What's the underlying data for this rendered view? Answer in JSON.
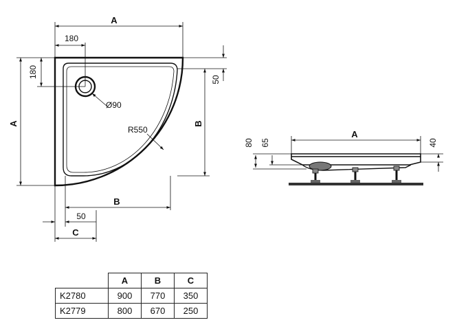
{
  "plan": {
    "dim_a": "A",
    "dim_180_horizontal": "180",
    "dim_180_vertical": "180",
    "dim_50_top": "50",
    "dim_drain": "Ø90",
    "dim_radius": "R550",
    "dim_b_vertical": "B",
    "dim_a_vertical": "A",
    "dim_b_horizontal": "B",
    "dim_50_bottom": "50",
    "dim_c": "C"
  },
  "side": {
    "dim_a": "A",
    "dim_80": "80",
    "dim_65": "65",
    "dim_40": "40"
  },
  "table": {
    "headers": [
      "A",
      "B",
      "C"
    ],
    "rows": [
      {
        "model": "K2780",
        "a": "900",
        "b": "770",
        "c": "350"
      },
      {
        "model": "K2779",
        "a": "800",
        "b": "670",
        "c": "250"
      }
    ]
  }
}
